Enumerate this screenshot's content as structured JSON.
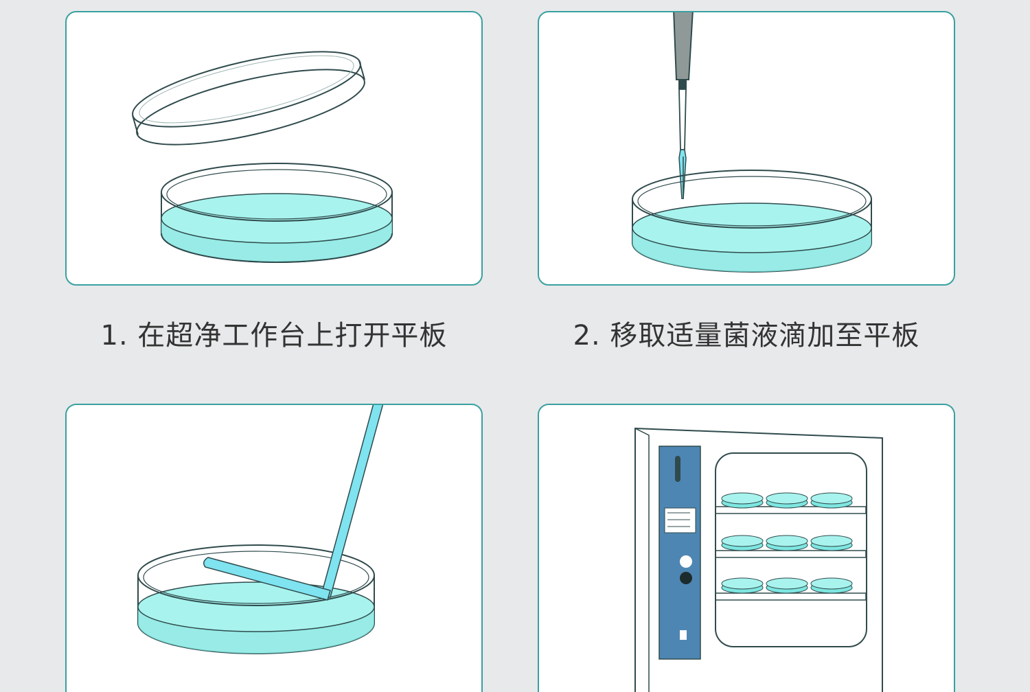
{
  "steps": [
    {
      "caption": "1. 在超净工作台上打开平板",
      "illustration": "petri-dish-open"
    },
    {
      "caption": "2. 移取适量菌液滴加至平板",
      "illustration": "pipette-into-dish"
    },
    {
      "caption": "",
      "illustration": "spreader-in-dish"
    },
    {
      "caption": "",
      "illustration": "incubator"
    }
  ],
  "colors": {
    "background": "#e7e9ea",
    "card_border": "#3a9fa0",
    "medium": "#9ff0ec",
    "medium_edge": "#5fd6d0",
    "line": "#2f4a4c",
    "spreader": "#7fe3f0",
    "incubator_panel": "#4e86b3",
    "pipette_body": "#8f9a98"
  }
}
